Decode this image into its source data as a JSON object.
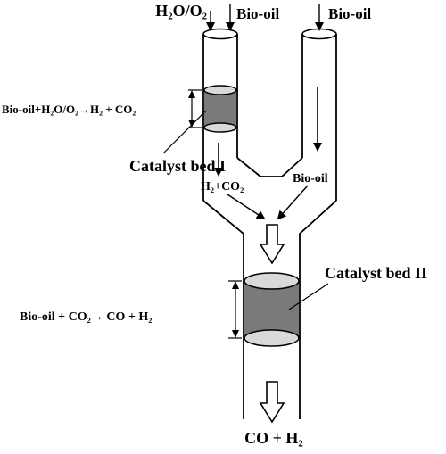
{
  "inlets": {
    "left_top": "H₂O/O₂",
    "left_bio_oil": "Bio-oil",
    "right_bio_oil": "Bio-oil"
  },
  "bed1": {
    "label": "Catalyst bed I",
    "reaction": "Bio-oil+H₂O/O₂→H₂ + CO₂"
  },
  "junction": {
    "left_flow": "H₂+CO₂",
    "right_flow": "Bio-oil"
  },
  "bed2": {
    "label": "Catalyst bed II",
    "reaction": "Bio-oil + CO₂→ CO + H₂"
  },
  "outlet": {
    "product": "CO + H₂"
  },
  "colors": {
    "line": "#000000",
    "bed_fill": "#7a7a7a",
    "bed_cap": "#d9d9d9"
  }
}
